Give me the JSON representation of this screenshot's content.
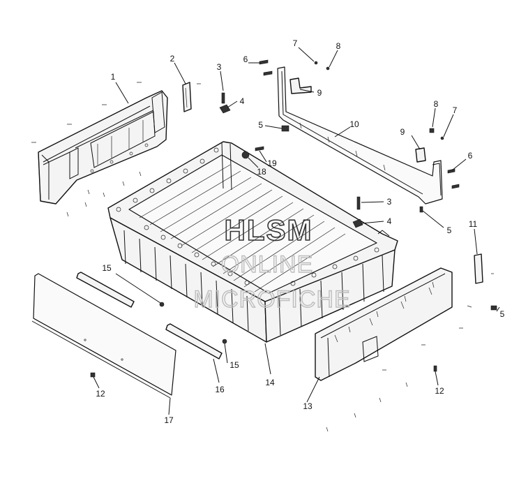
{
  "diagram": {
    "watermark": {
      "line1": "HLSM",
      "line2": "ONLINE",
      "line3": "MICROFICHE"
    },
    "callouts": [
      {
        "id": "c1",
        "label": "1"
      },
      {
        "id": "c2",
        "label": "2"
      },
      {
        "id": "c3",
        "label": "3"
      },
      {
        "id": "c4",
        "label": "4"
      },
      {
        "id": "c5a",
        "label": "5"
      },
      {
        "id": "c6a",
        "label": "6"
      },
      {
        "id": "c7a",
        "label": "7"
      },
      {
        "id": "c8a",
        "label": "8"
      },
      {
        "id": "c9a",
        "label": "9"
      },
      {
        "id": "c10",
        "label": "10"
      },
      {
        "id": "c8b",
        "label": "8"
      },
      {
        "id": "c7b",
        "label": "7"
      },
      {
        "id": "c9b",
        "label": "9"
      },
      {
        "id": "c6b",
        "label": "6"
      },
      {
        "id": "c19",
        "label": "19"
      },
      {
        "id": "c18",
        "label": "18"
      },
      {
        "id": "c3b",
        "label": "3"
      },
      {
        "id": "c4b",
        "label": "4"
      },
      {
        "id": "c5b",
        "label": "5"
      },
      {
        "id": "c11",
        "label": "11"
      },
      {
        "id": "c5c",
        "label": "5"
      },
      {
        "id": "c15a",
        "label": "15"
      },
      {
        "id": "c15b",
        "label": "15"
      },
      {
        "id": "c16",
        "label": "16"
      },
      {
        "id": "c14",
        "label": "14"
      },
      {
        "id": "c13",
        "label": "13"
      },
      {
        "id": "c12a",
        "label": "12"
      },
      {
        "id": "c12b",
        "label": "12"
      },
      {
        "id": "c17",
        "label": "17"
      }
    ]
  }
}
